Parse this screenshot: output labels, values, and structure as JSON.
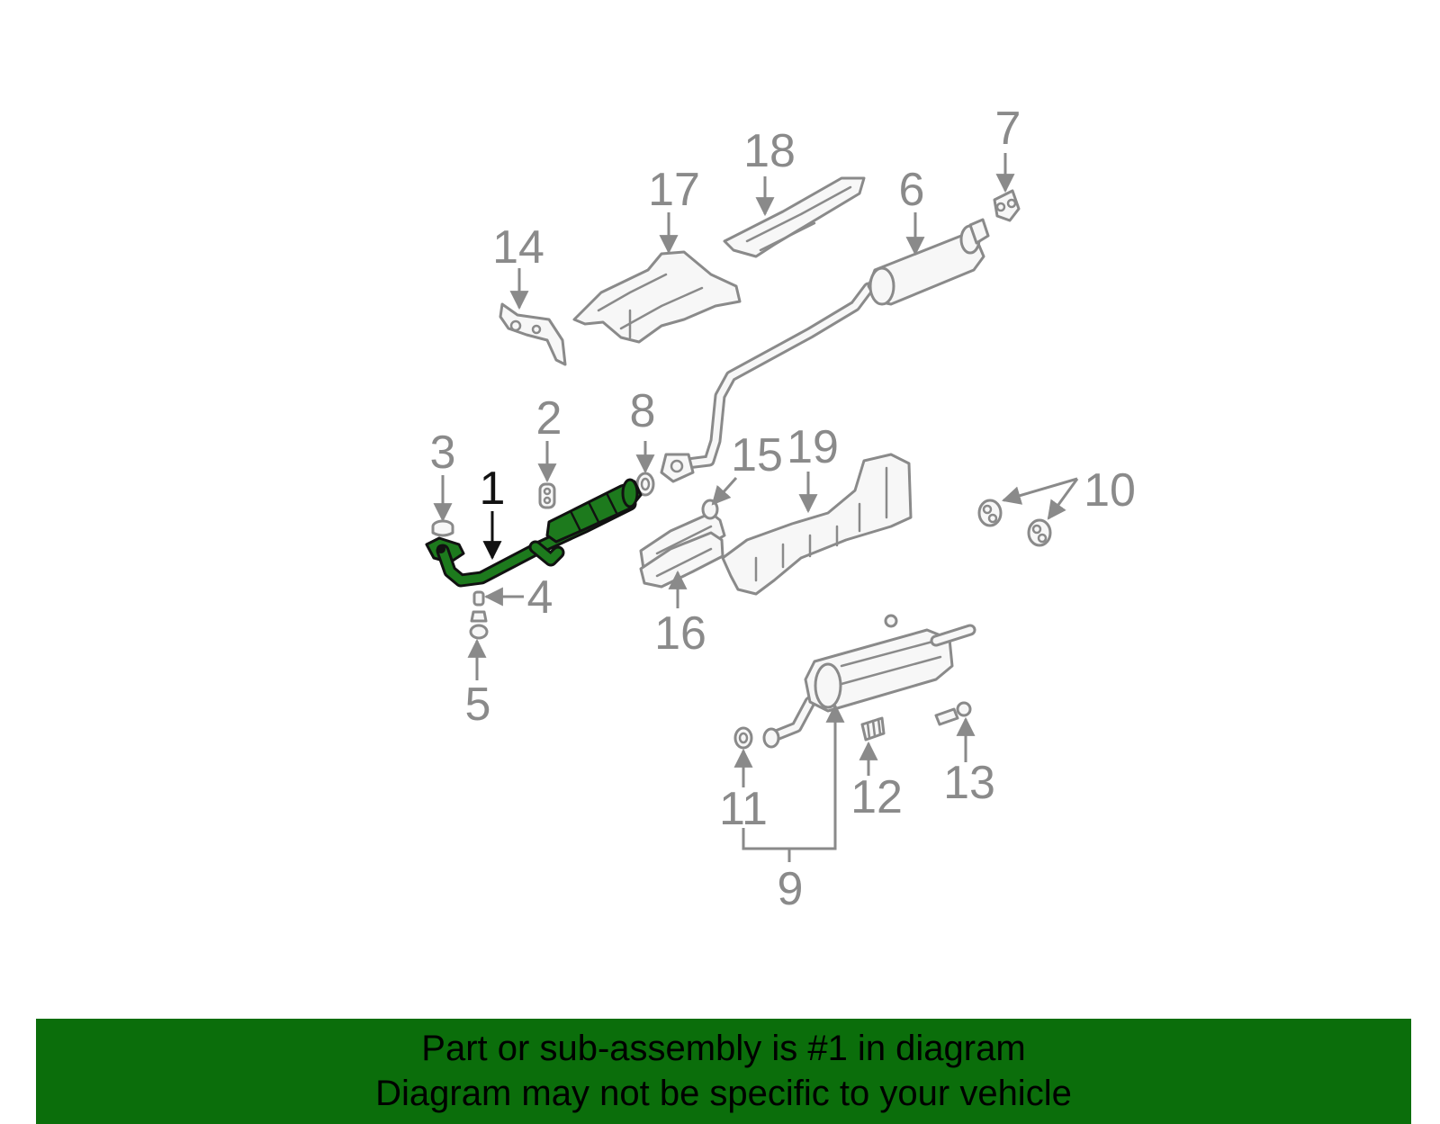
{
  "callouts": {
    "c1": "1",
    "c2": "2",
    "c3": "3",
    "c4": "4",
    "c5": "5",
    "c6": "6",
    "c7": "7",
    "c8": "8",
    "c9": "9",
    "c10": "10",
    "c11": "11",
    "c12": "12",
    "c13": "13",
    "c14": "14",
    "c15": "15",
    "c16": "16",
    "c17": "17",
    "c18": "18",
    "c19": "19"
  },
  "highlight": {
    "part_number": "1",
    "color": "#1d7a1d"
  },
  "banner": {
    "line1": "Part or sub-assembly is #1 in diagram",
    "line2": "Diagram may not be specific to your vehicle",
    "background": "#0b6e0b"
  },
  "icons": {
    "arrowhead": "arrowhead-icon"
  }
}
